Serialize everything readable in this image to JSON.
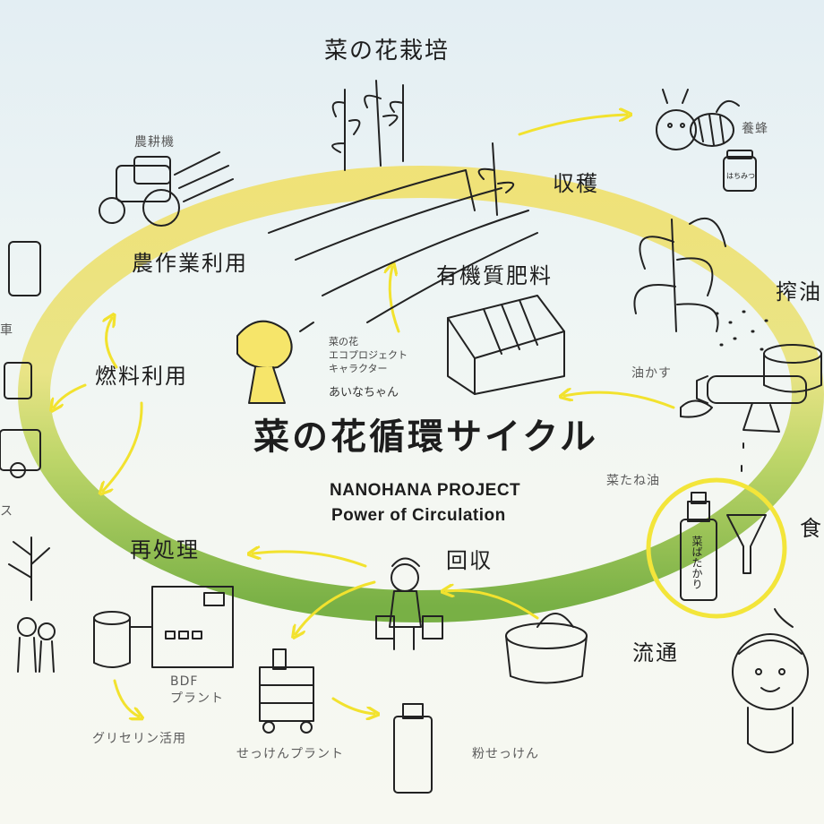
{
  "title": "菜の花循環サイクル",
  "subtitle_1": "NANOHANA PROJECT",
  "subtitle_2": "Power of Circulation",
  "stages": {
    "cultivation": "菜の花栽培",
    "harvest": "収穫",
    "pressing": "搾油",
    "food": "食",
    "distribution": "流通",
    "collection": "回収",
    "reprocessing": "再処理",
    "fuel_use": "燃料利用",
    "farm_use": "農作業利用",
    "fertilizer": "有機質肥料"
  },
  "items": {
    "tractor": "農耕機",
    "beekeeping": "養蜂",
    "oil_cake": "油かす",
    "rapeseed_oil": "菜たね油",
    "bdf_plant": "BDF\nプラント",
    "glycerin": "グリセリン活用",
    "soap_plant": "せっけんプラント",
    "powder_soap": "粉せっけん",
    "car_partial": "車",
    "bus_partial": "ス"
  },
  "character": {
    "caption": "菜の花\nエコプロジェクト\nキャラクター",
    "name": "あいなちゃん"
  },
  "bottle_label": "菜ばたかり",
  "honey_label": "はちみつ",
  "colors": {
    "ring_yellow": "#eedf5a",
    "ring_green": "#7fb33a",
    "arrow_yellow": "#f5e632",
    "highlight_circle": "#f3e53a"
  }
}
